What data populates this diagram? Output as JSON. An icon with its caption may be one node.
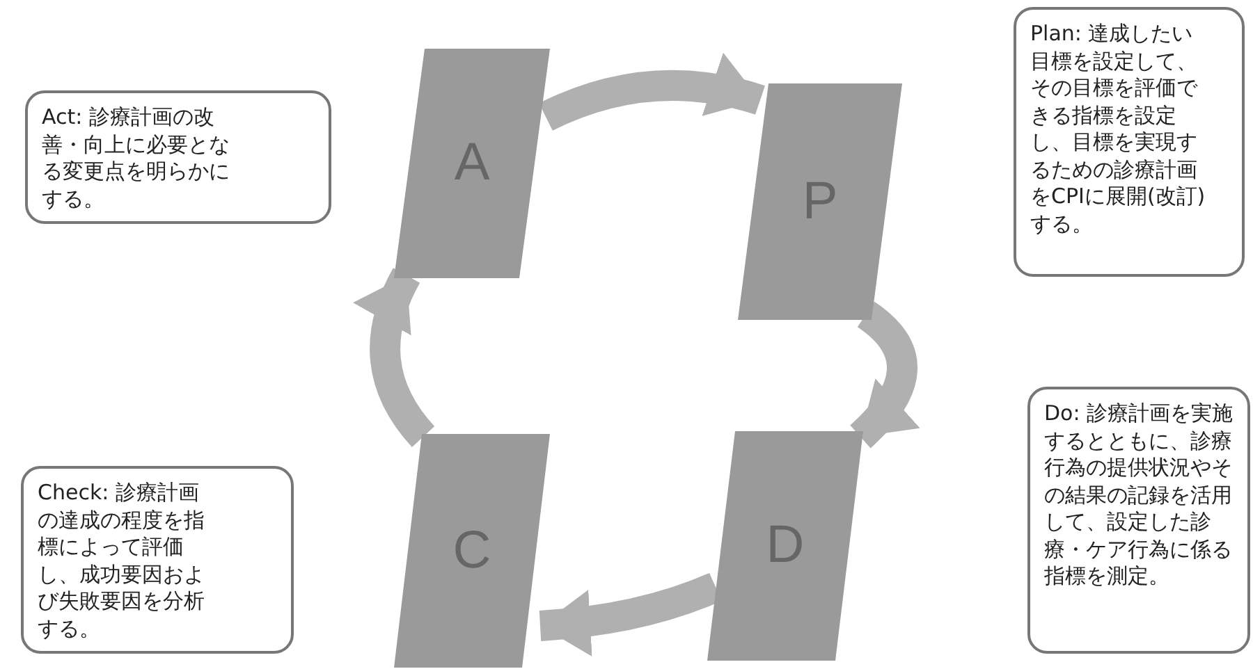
{
  "diagram": {
    "nodes": [
      {
        "text": [
          "A"
        ]
      },
      {
        "text": [
          "P"
        ]
      },
      {
        "text": [
          "D"
        ]
      },
      {
        "text": [
          "C"
        ]
      },
      {
        "text": [
          "Act: 診療計画の改善・向上に必要となる変更点を明らかにする。"
        ]
      },
      {
        "text": [
          "Plan: 達成したい目標を設定して、その目標を評価できる指標を設定し、目標を実現するための診療計画をCPIに展開(改訂)する。"
        ]
      },
      {
        "text": [
          "Do: 診療計画を実施するとともに、診療行為の提供状況やその結果の記録を活用して、設定した診療・ケア行為に係る指標を測定。"
        ]
      },
      {
        "text": [
          "Check: 診療計画の達成の程度を指標によって評価し、成功要因および失敗要因を分析する。"
        ]
      }
    ],
    "edges": [
      {
        "from": 0,
        "to": 1,
        "arrow": "to"
      },
      {
        "from": 1,
        "to": 2,
        "arrow": "to"
      },
      {
        "from": 2,
        "to": 3,
        "arrow": "to"
      },
      {
        "from": 3,
        "to": 0,
        "arrow": "to"
      }
    ]
  }
}
